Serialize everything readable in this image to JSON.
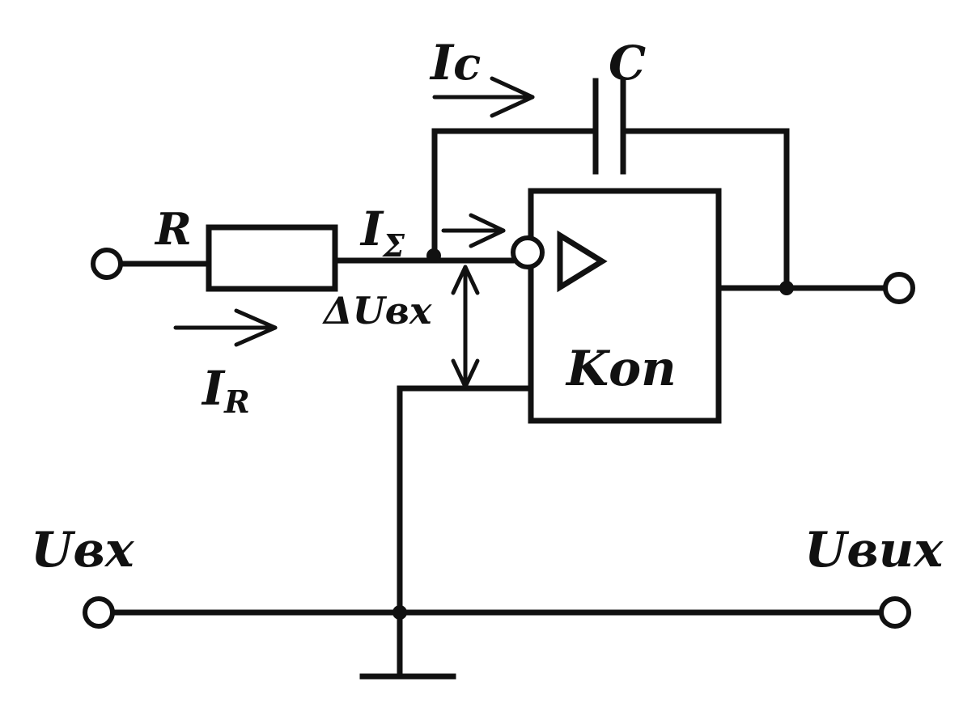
{
  "labels": {
    "resistor": "R",
    "capacitor": "C",
    "current_c_main": "I",
    "current_c_sub": "c",
    "current_sum_main": "I",
    "current_sum_sub": "Σ",
    "current_r_main": "I",
    "current_r_sub": "R",
    "delta_u": "ΔUвх",
    "gain": "Kоп",
    "input_voltage": "Uвх",
    "output_voltage": "Uвих"
  },
  "colors": {
    "ink": "#111111",
    "paper": "#ffffff"
  }
}
